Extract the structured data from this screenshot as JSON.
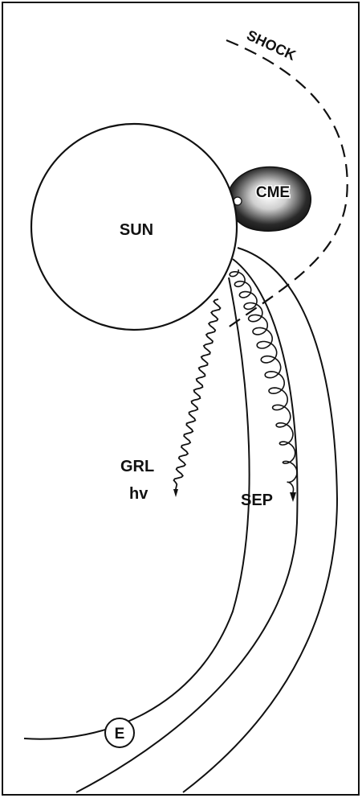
{
  "labels": {
    "shock": "SHOCK",
    "cme": "CME",
    "sun": "SUN",
    "grl": "GRL",
    "hv": "hv",
    "sep": "SEP",
    "earth": "E"
  },
  "colors": {
    "ink": "#111111",
    "background": "#ffffff"
  }
}
